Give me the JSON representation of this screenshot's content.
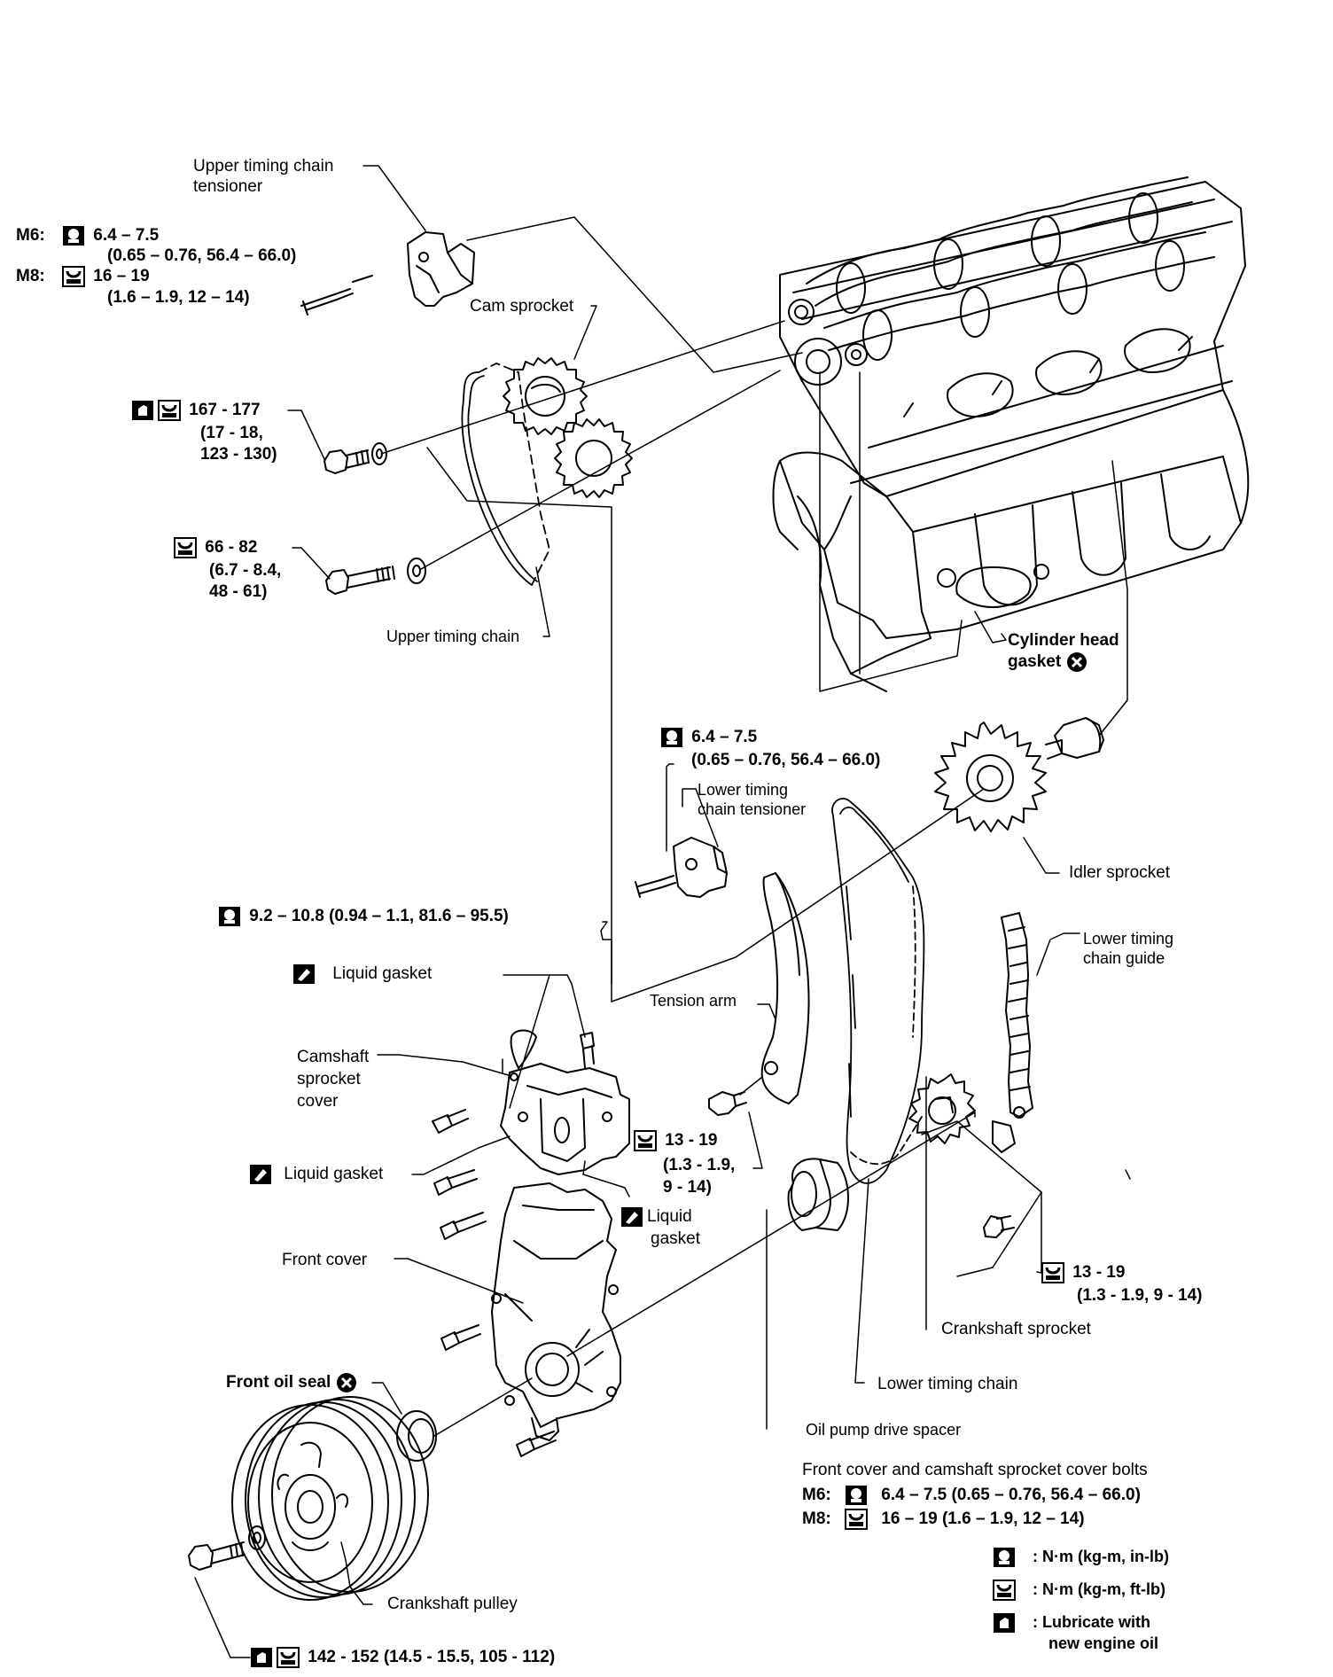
{
  "labels": {
    "upper_tensioner": [
      "Upper timing chain",
      "tensioner"
    ],
    "m6_prefix": "M6:",
    "m8_prefix": "M8:",
    "upper_tensioner_m6": [
      "6.4 – 7.5",
      "(0.65 – 0.76, 56.4 – 66.0)"
    ],
    "upper_tensioner_m8": [
      "16 – 19",
      "(1.6 – 1.9, 12 – 14)"
    ],
    "cam_sprocket": "Cam sprocket",
    "cam_bolt_torque": [
      "167 - 177",
      "(17 - 18,",
      "123 - 130)"
    ],
    "bolt_66_torque": [
      "66 - 82",
      "(6.7 - 8.4,",
      "48 - 61)"
    ],
    "upper_chain": "Upper timing chain",
    "head_gasket": [
      "Cylinder head",
      "gasket"
    ],
    "lower_tensioner_torque": [
      "6.4 – 7.5",
      "(0.65 – 0.76, 56.4 – 66.0)"
    ],
    "lower_tensioner": [
      "Lower timing",
      "chain tensioner"
    ],
    "idler_sprocket": "Idler sprocket",
    "cover_torque": "9.2 – 10.8 (0.94 – 1.1, 81.6 – 95.5)",
    "liquid_gasket_1": "Liquid gasket",
    "camshaft_cover": [
      "Camshaft",
      "sprocket",
      "cover"
    ],
    "tension_arm": "Tension arm",
    "lower_guide": [
      "Lower timing",
      "chain guide"
    ],
    "arm_torque": [
      "13 - 19",
      "(1.3 - 1.9,",
      "9 - 14)"
    ],
    "liquid_gasket_2": "Liquid gasket",
    "liquid_gasket_3": [
      "Liquid",
      "gasket"
    ],
    "front_cover": "Front cover",
    "guide_torque": [
      "13 - 19",
      "(1.3 - 1.9, 9 - 14)"
    ],
    "crank_sprocket": "Crankshaft sprocket",
    "front_oil_seal": "Front oil seal",
    "lower_chain": "Lower timing chain",
    "oil_pump_spacer": "Oil pump drive spacer",
    "cover_bolts_title": "Front cover and camshaft sprocket cover bolts",
    "cover_bolts_m6": "6.4 – 7.5 (0.65 – 0.76, 56.4 – 66.0)",
    "cover_bolts_m8": "16 – 19 (1.6 – 1.9, 12 – 14)",
    "crank_pulley": "Crankshaft pulley",
    "pulley_torque": "142 - 152 (14.5 - 15.5, 105 - 112)"
  },
  "legend": [
    {
      "icon": "torque-in-lb-icon",
      "text": ": N·m (kg-m, in-lb)"
    },
    {
      "icon": "torque-ft-lb-icon",
      "text": ": N·m (kg-m, ft-lb)"
    },
    {
      "icon": "oil-can-icon",
      "text": ": Lubricate with",
      "text2": "new engine oil"
    }
  ]
}
